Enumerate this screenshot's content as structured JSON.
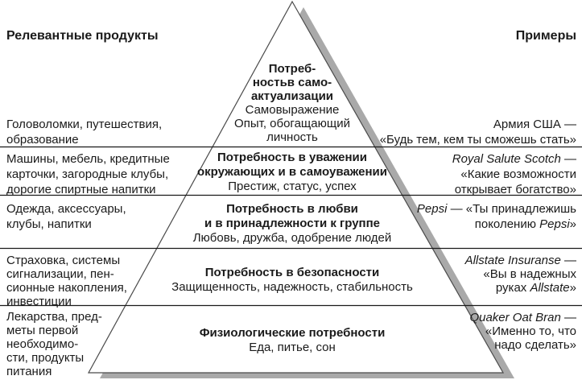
{
  "headers": {
    "left": "Релевантные продукты",
    "right": "Примеры"
  },
  "colors": {
    "shadow": "#a9a9a9",
    "line": "#1a1a1a",
    "outline": "#4a4a4a",
    "text": "#1a1a1a"
  },
  "pyramid": {
    "bands": [
      {
        "title_lines": [
          "Потреб-",
          "ностьв само-",
          "актуализации"
        ],
        "desc_lines": [
          "Самовыражение",
          "Опыт, обогащающий",
          "личность"
        ]
      },
      {
        "title_lines": [
          "Потребность в уважении",
          "окружающих и в самоуважении"
        ],
        "desc_lines": [
          "Престиж, статус, успех"
        ]
      },
      {
        "title_lines": [
          "Потребность в любви",
          "и в принадлежности к группе"
        ],
        "desc_lines": [
          "Любовь, дружба, одобрение людей"
        ]
      },
      {
        "title_lines": [
          "Потребность в безопасности"
        ],
        "desc_lines": [
          "Защищенность, надежность, стабильность"
        ]
      },
      {
        "title_lines": [
          "Физиологические потребности"
        ],
        "desc_lines": [
          "Еда, питье, сон"
        ]
      }
    ]
  },
  "products": {
    "rows": [
      {
        "lines": [
          "Головоломки, путешествия,",
          "образование"
        ]
      },
      {
        "lines": [
          "Машины, мебель, кредитные",
          "карточки, загородные клубы,",
          "дорогие спиртные напитки"
        ]
      },
      {
        "lines": [
          "Одежда, аксессуары,",
          "клубы, напитки"
        ]
      },
      {
        "lines": [
          "Страховка, системы",
          "сигнализации, пен-",
          "сионные накопления,",
          "инвестиции"
        ]
      },
      {
        "lines": [
          "Лекарства, пред-",
          "меты первой",
          "необходимо-",
          "сти, продукты",
          "питания"
        ]
      }
    ]
  },
  "examples": {
    "rows": [
      {
        "line1": "Армия США —",
        "line2": "«Будь тем, кем ты сможешь стать»"
      },
      {
        "brand": "Royal Salute Scotch",
        "after_brand": " —",
        "line2": "«Какие возможности",
        "line3": "открывает богатство»"
      },
      {
        "brand": "Pepsi",
        "after_brand": " — «Ты принадлежишь",
        "line2_pre": "поколению ",
        "line2_brand": "Pepsi",
        "line2_post": "»"
      },
      {
        "brand": "Allstate Insuranse",
        "after_brand": " —",
        "line2": "«Вы в надежных",
        "line3_pre": "руках ",
        "line3_brand": "Allstate",
        "line3_post": "»"
      },
      {
        "brand": "Quaker Oat Bran",
        "after_brand": " —",
        "line2": "«Именно то, что",
        "line3": "надо сделать»"
      }
    ]
  }
}
